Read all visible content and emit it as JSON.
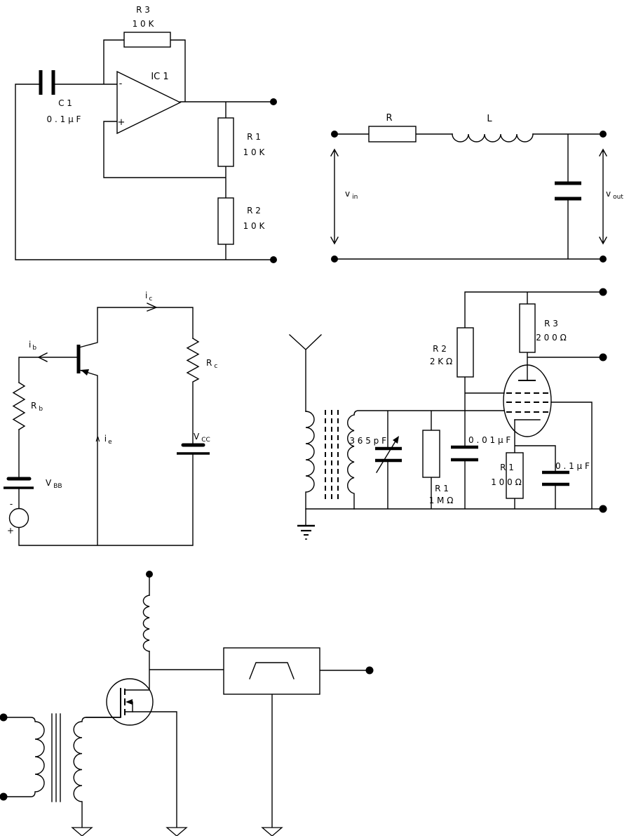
{
  "colors": {
    "ink": "#000000",
    "paper": "#ffffff"
  },
  "circuits": {
    "opamp": {
      "r3_name": "R 3",
      "r3_value": "1 0 K",
      "ic_label": "IC 1",
      "inverting_input": "-",
      "noninverting_input": "+",
      "c1_name": "C 1",
      "c1_value": "0 . 1 µ F",
      "r1_name": "R 1",
      "r1_value": "1 0 K",
      "r2_name": "R 2",
      "r2_value": "1 0 K"
    },
    "rl_filter": {
      "r_label": "R",
      "l_label": "L",
      "vin_main": "v",
      "vin_sub": "in",
      "vout_main": "v",
      "vout_sub": "out"
    },
    "bjt": {
      "ic_main": "i",
      "ic_sub": "c",
      "ib_main": "i",
      "ib_sub": "b",
      "rb_main": "R",
      "rb_sub": "b",
      "rc_main": "R",
      "rc_sub": "c",
      "ie_arrow": "∧",
      "ie_main": "i",
      "ie_sub": "e",
      "vbb_main": "V",
      "vbb_sub": "BB",
      "vcc_main": "V",
      "vcc_sub": "CC",
      "source_minus": "-",
      "source_plus": "+"
    },
    "radio": {
      "r2_name": "R 2",
      "r2_value": "2 K Ω",
      "r3_name": "R 3",
      "r3_value": "2 0 0 Ω",
      "c365_label": "3 6 5 p F",
      "c001_label": "0 . 0 1 µ F",
      "r1m_name": "R 1",
      "r1m_value": "1 M Ω",
      "r100_name": "R 1",
      "r100_value": "1 0 0 Ω",
      "c01_label": "0 . 1 µ F"
    }
  }
}
